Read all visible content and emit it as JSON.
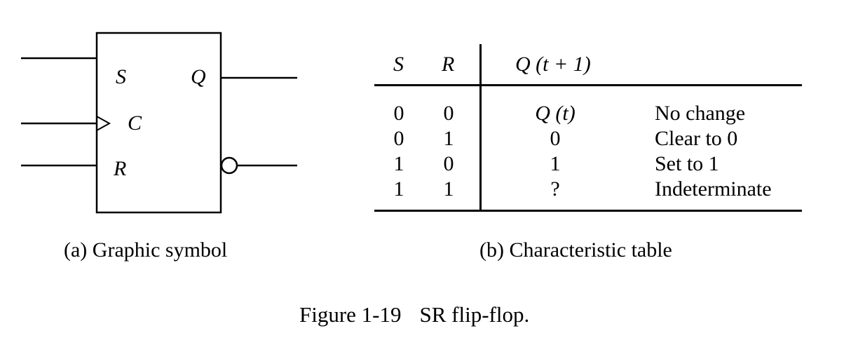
{
  "symbol": {
    "pin_s": "S",
    "pin_c": "C",
    "pin_r": "R",
    "pin_q": "Q",
    "caption": "(a) Graphic symbol"
  },
  "table": {
    "headers": {
      "s": "S",
      "r": "R",
      "q": "Q (t + 1)"
    },
    "rows": [
      {
        "s": "0",
        "r": "0",
        "q": "Q (t)",
        "desc": "No change"
      },
      {
        "s": "0",
        "r": "1",
        "q": "0",
        "desc": "Clear to 0"
      },
      {
        "s": "1",
        "r": "0",
        "q": "1",
        "desc": "Set to 1"
      },
      {
        "s": "1",
        "r": "1",
        "q": "?",
        "desc": "Indeterminate"
      }
    ],
    "caption": "(b) Characteristic table"
  },
  "figure": {
    "number": "Figure 1-19",
    "title": "SR flip-flop."
  }
}
